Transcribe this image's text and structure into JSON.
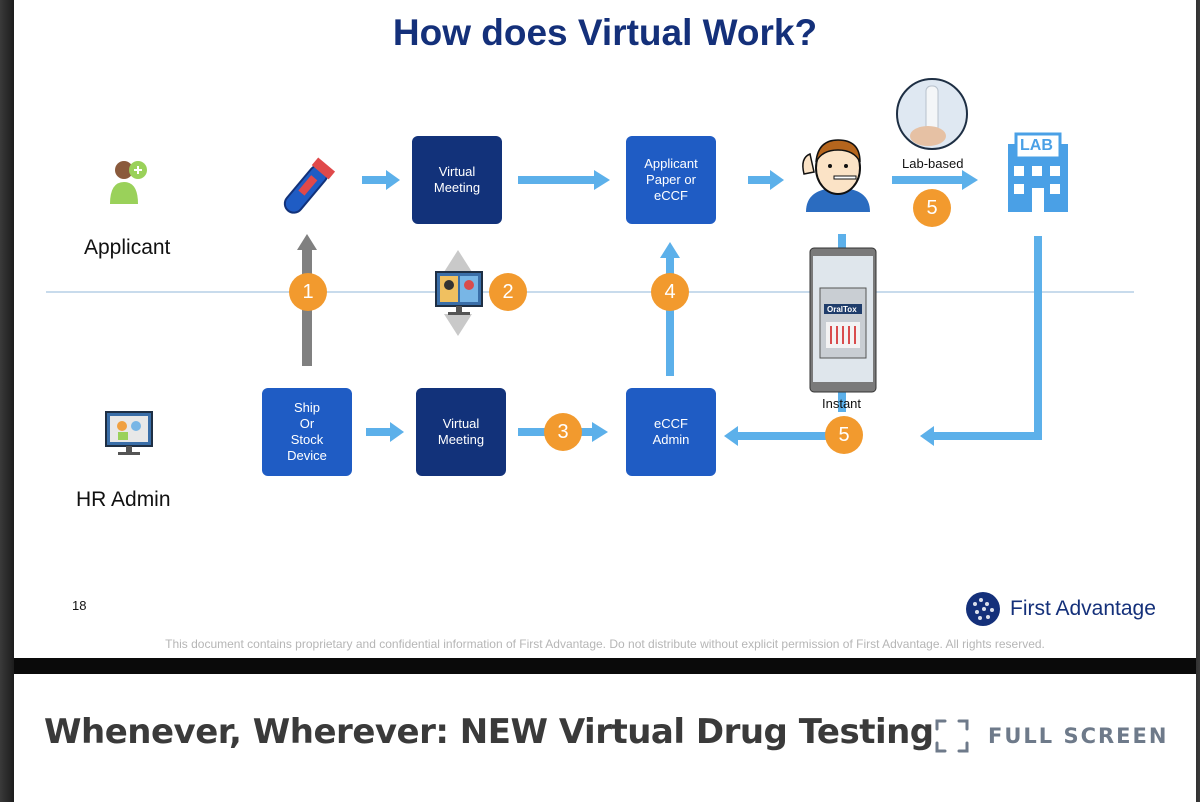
{
  "slide": {
    "title": "How does Virtual Work?",
    "row_labels": {
      "applicant": "Applicant",
      "hr_admin": "HR Admin"
    },
    "boxes": {
      "virtual_meeting_top": "Virtual\nMeeting",
      "applicant_paper": "Applicant\nPaper or\neCCF",
      "ship_stock": "Ship\nOr\nStock\nDevice",
      "virtual_meeting_bottom": "Virtual\nMeeting",
      "eccf_admin": "eCCF\nAdmin"
    },
    "badges": {
      "b1": "1",
      "b2": "2",
      "b3": "3",
      "b4": "4",
      "b5_top": "5",
      "b5_bottom": "5"
    },
    "labels": {
      "lab_based": "Lab-based",
      "instant": "Instant",
      "lab_sign": "LAB",
      "oratox": "OralTox"
    },
    "page_number": "18",
    "footer_note": "This document contains proprietary and confidential information of First Advantage.  Do not distribute without explicit permission of First Advantage. All rights reserved.",
    "brand": "First Advantage"
  },
  "caption": {
    "title": "Whenever, Wherever: NEW Virtual Drug Testing",
    "fullscreen_label": "FULL SCREEN"
  },
  "colors": {
    "title_blue": "#14307a",
    "box_dark": "#12327a",
    "box_mid": "#1f5cc4",
    "badge_orange": "#f29a2e",
    "arrow_light_blue": "#5cb0ea",
    "arrow_gray": "#808080"
  },
  "icons": [
    "applicant-icon",
    "test-tube-icon",
    "video-call-icon",
    "person-swab-icon",
    "lab-building-icon",
    "hr-admin-icon",
    "swab-sample-icon",
    "brand-globe-icon",
    "fullscreen-icon"
  ]
}
